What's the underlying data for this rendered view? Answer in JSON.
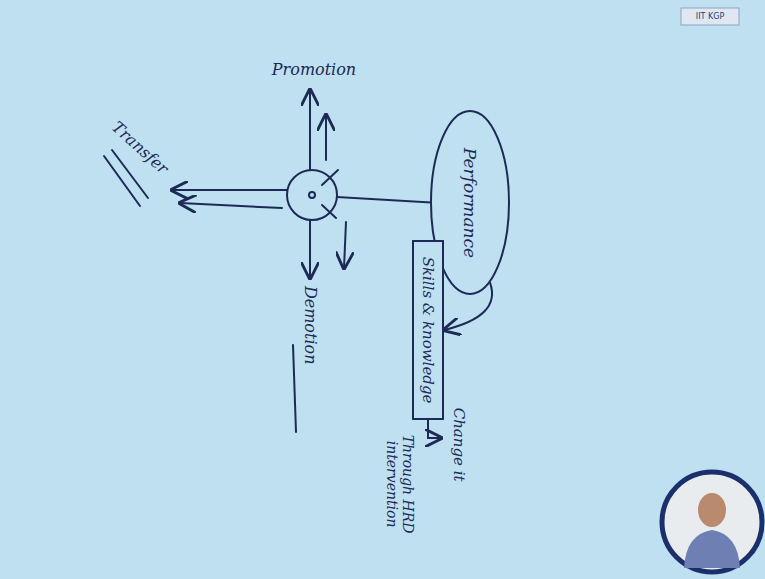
{
  "diagram": {
    "nodes": [
      {
        "text": [
          "Performance"
        ]
      },
      {
        "text": [
          "Skills & knowledge"
        ]
      }
    ],
    "edges": [
      {
        "from": 0,
        "to": 1,
        "arrow": "to"
      }
    ],
    "labels": [
      "Promotion",
      "Transfer",
      "Demotion",
      "Change it",
      "Through HRD intervention",
      "IIT KGP"
    ]
  }
}
